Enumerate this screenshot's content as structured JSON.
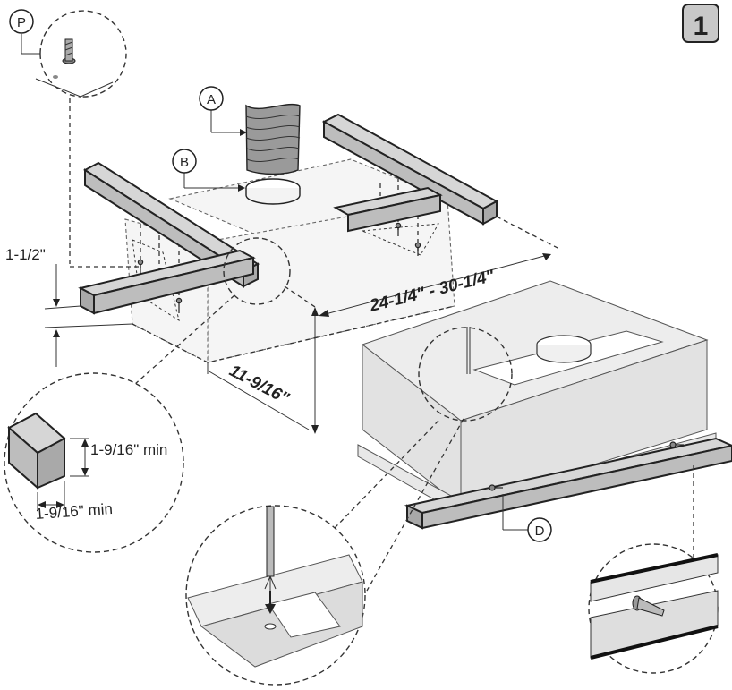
{
  "step": {
    "number": "1"
  },
  "callouts": {
    "a": "A",
    "b": "B",
    "d": "D",
    "p": "P"
  },
  "dimensions": {
    "offset": "1-1/2\"",
    "width_range": "24-1/4\" - 30-1/4\"",
    "depth": "11-9/16\"",
    "board_height": "1-9/16\" min",
    "board_width": "1-9/16\" min"
  },
  "colors": {
    "board": "#bdbdbd",
    "hood": "#e6e6e6",
    "line": "#222222"
  },
  "icons": [
    "screw-icon",
    "flexible-duct-icon",
    "duct-collar-icon",
    "wood-board-icon",
    "drill-bit-icon"
  ]
}
